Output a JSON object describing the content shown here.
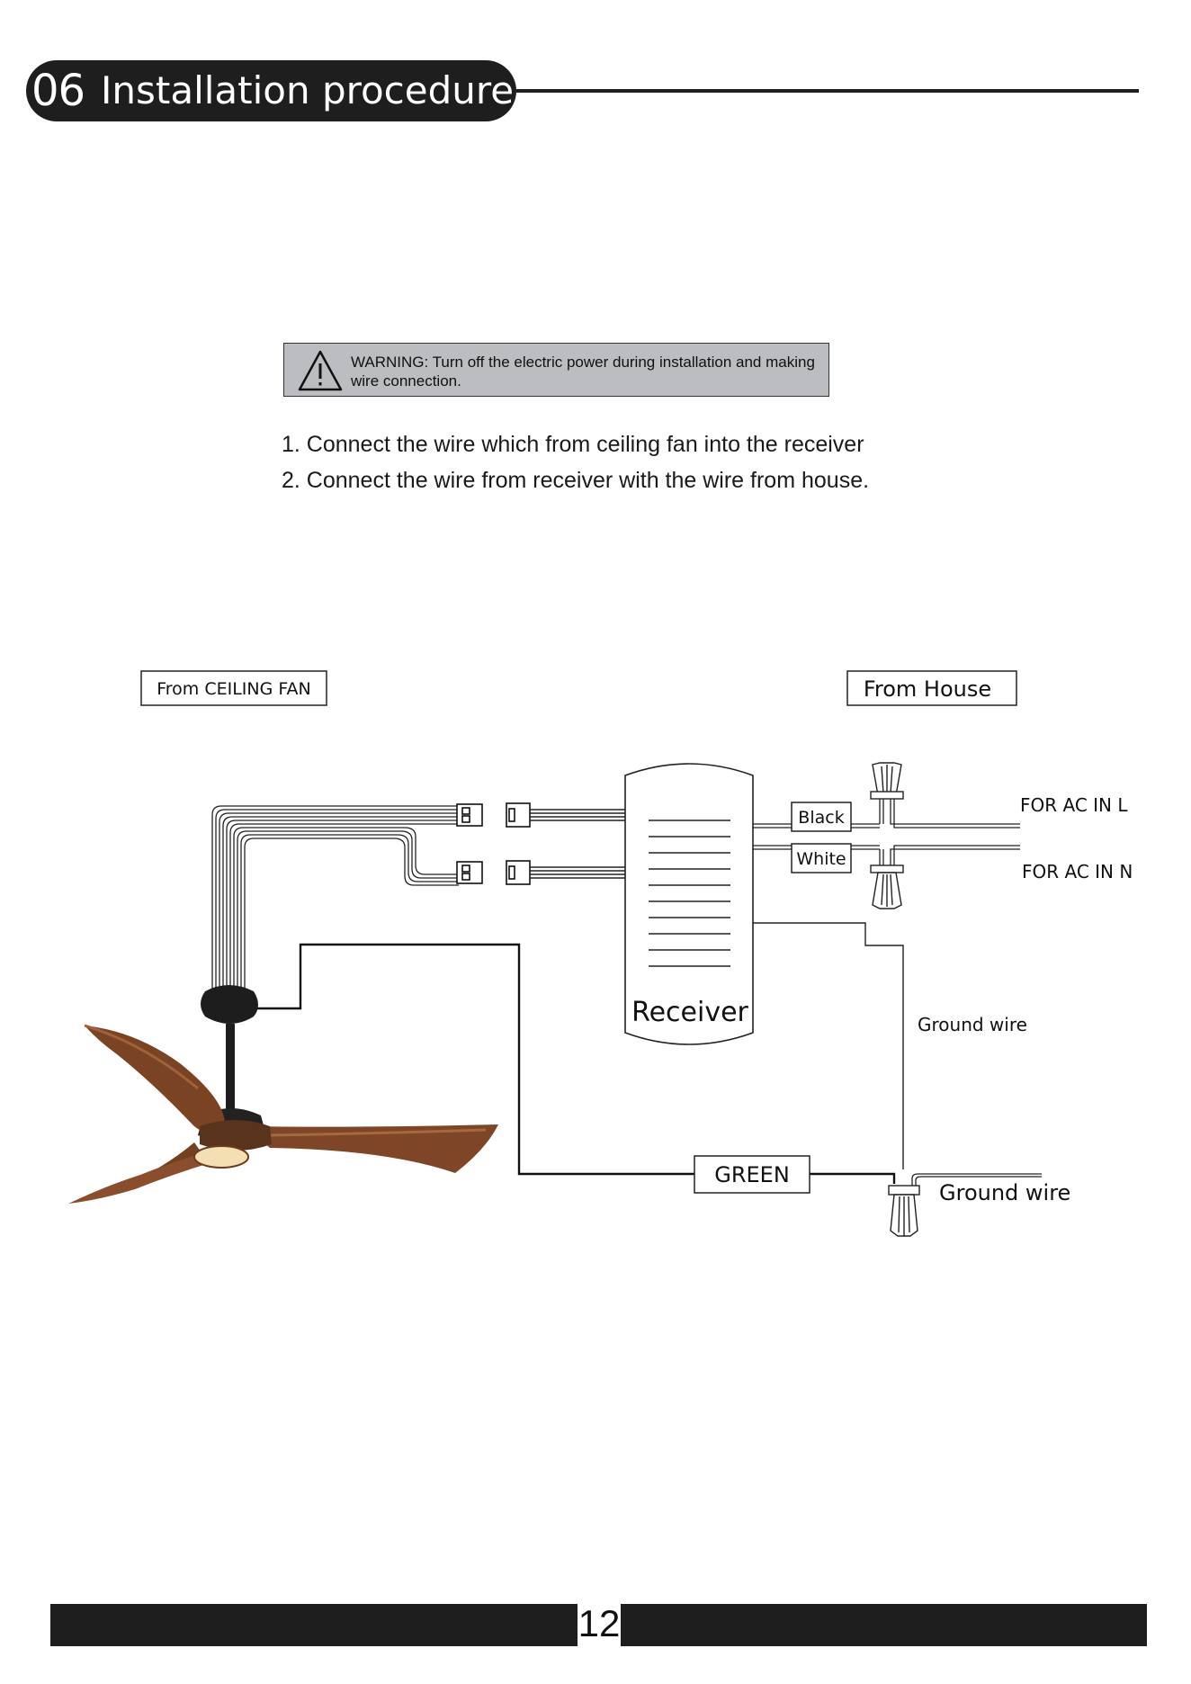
{
  "header": {
    "number": "06",
    "title": "Installation procedure"
  },
  "warning": {
    "text": "WARNING: Turn off the electric power during installation and making wire connection."
  },
  "steps": [
    "1. Connect the wire which from ceiling fan  into the receiver",
    "2. Connect the wire from receiver with the wire from house."
  ],
  "diagram": {
    "from_ceiling_fan": "From CEILING FAN",
    "from_house": "From House",
    "receiver": "Receiver",
    "black": "Black",
    "white": "White",
    "ac_in_l": "FOR AC IN L",
    "ac_in_n": "FOR AC IN N",
    "ground_wire_upper": "Ground wire",
    "green": "GREEN",
    "ground_wire_lower": "Ground wire"
  },
  "footer": {
    "page_number": "12"
  }
}
